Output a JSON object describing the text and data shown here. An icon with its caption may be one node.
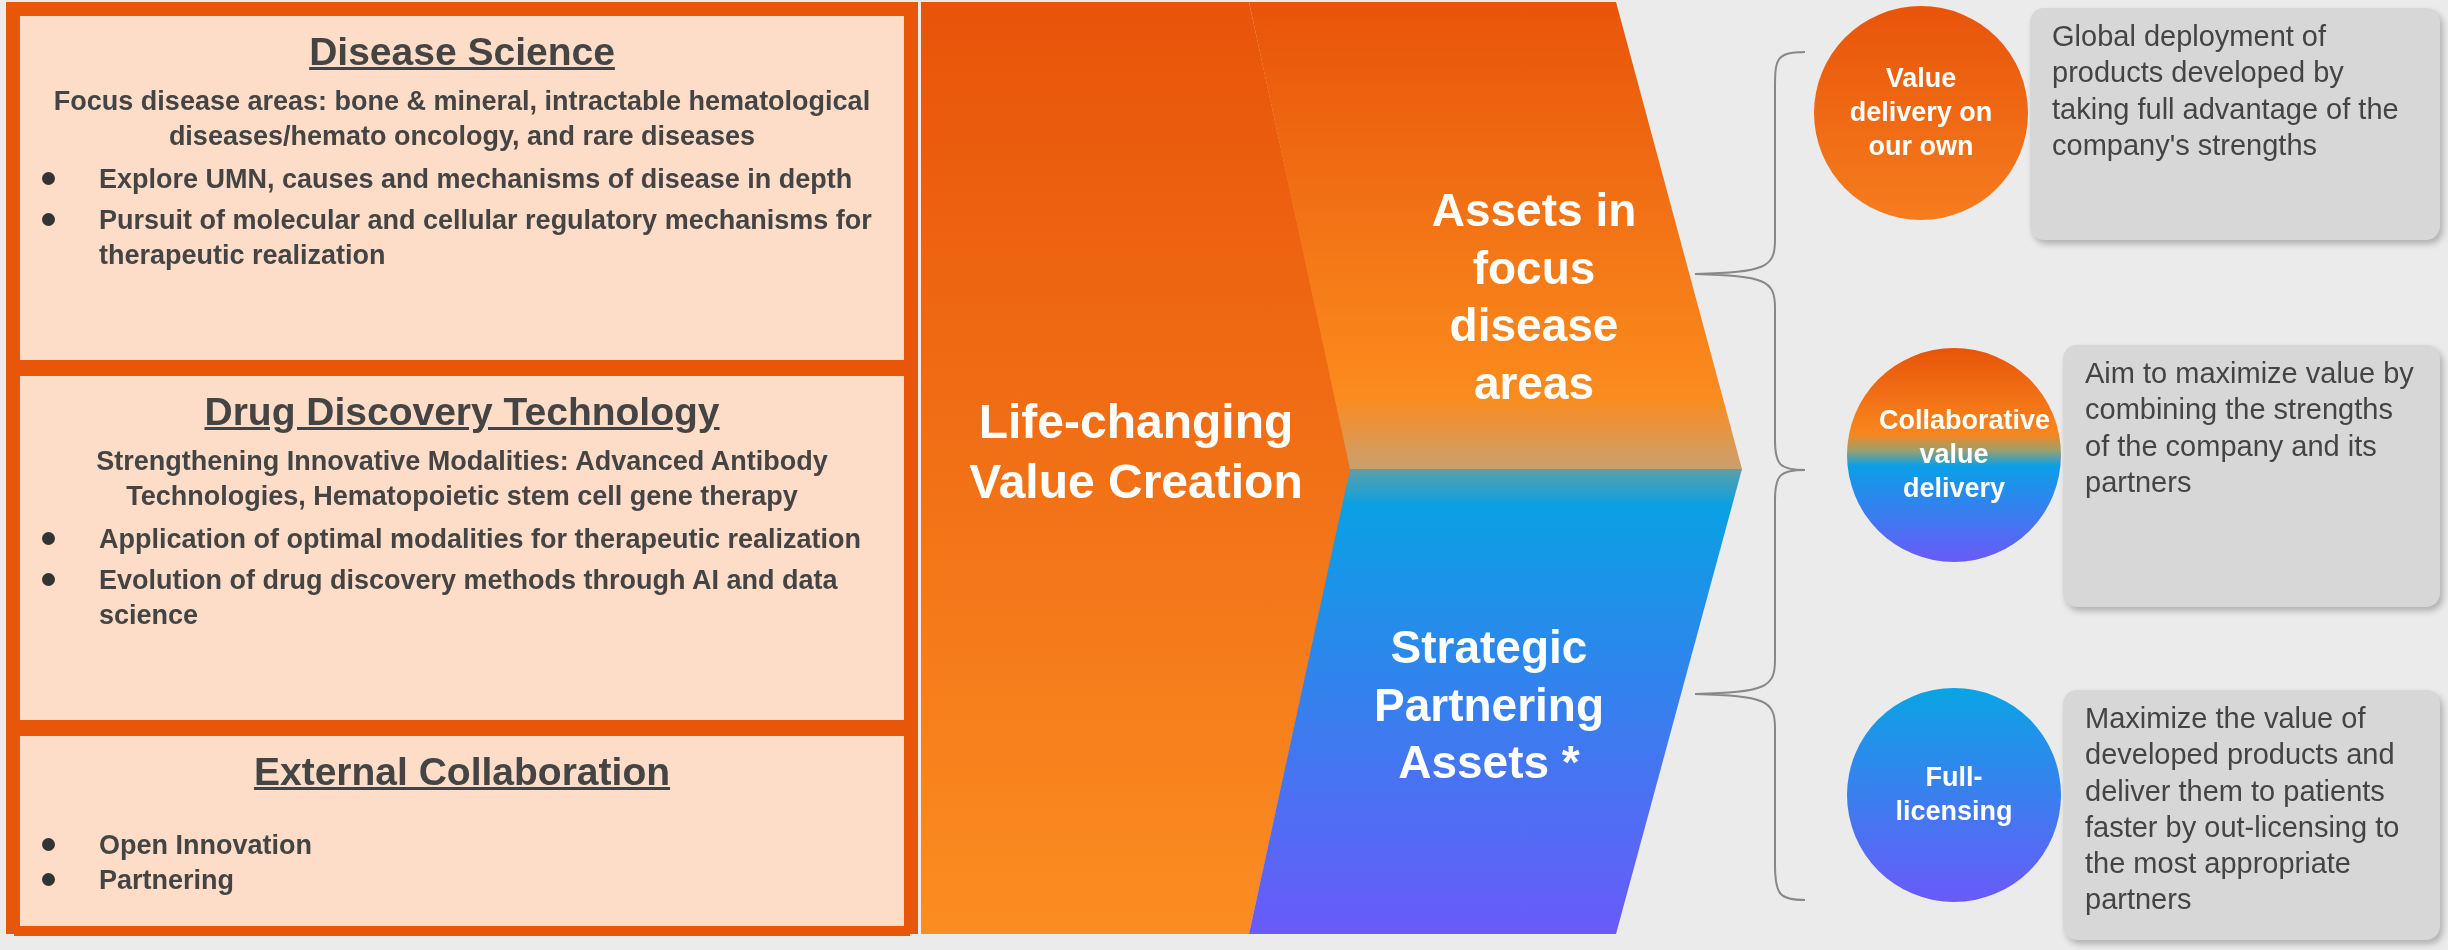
{
  "diagram": {
    "nodes": [
      {
        "text": [],
        "shape": "box"
      },
      {
        "text": [
          "Disease Science",
          "Focus disease areas: bone & mineral, intractable hematological diseases/hemato oncology, and rare diseases",
          "Explore UMN, causes and mechanisms of disease in depth",
          "Pursuit of molecular and cellular regulatory mechanisms for therapeutic realization"
        ],
        "in": 0
      },
      {
        "text": [
          "Drug Discovery Technology",
          "Strengthening Innovative Modalities: Advanced Antibody Technologies, Hematopoietic stem cell gene therapy",
          "Application of optimal modalities for therapeutic realization",
          "Evolution of drug discovery methods through AI and data science"
        ],
        "in": 0
      },
      {
        "text": [
          "External Collaboration",
          "Open Innovation",
          "Partnering"
        ],
        "in": 0
      },
      {
        "text": [
          "Life-changing Value Creation"
        ]
      },
      {
        "text": [
          "Assets in focus disease areas"
        ]
      },
      {
        "text": [
          "Strategic Partnering Assets *"
        ]
      },
      {
        "text": [
          "Value delivery on our own"
        ]
      },
      {
        "text": [
          "Global deployment of products developed by taking full advantage of the company's strengths"
        ]
      },
      {
        "text": [
          "Collaborative value delivery"
        ]
      },
      {
        "text": [
          "Aim to maximize value by combining the strengths of the company and its partners"
        ]
      },
      {
        "text": [
          "Full-licensing"
        ]
      },
      {
        "text": [
          "Maximize the value of developed products and deliver them to patients faster by out-licensing to the most appropriate partners"
        ]
      }
    ]
  }
}
